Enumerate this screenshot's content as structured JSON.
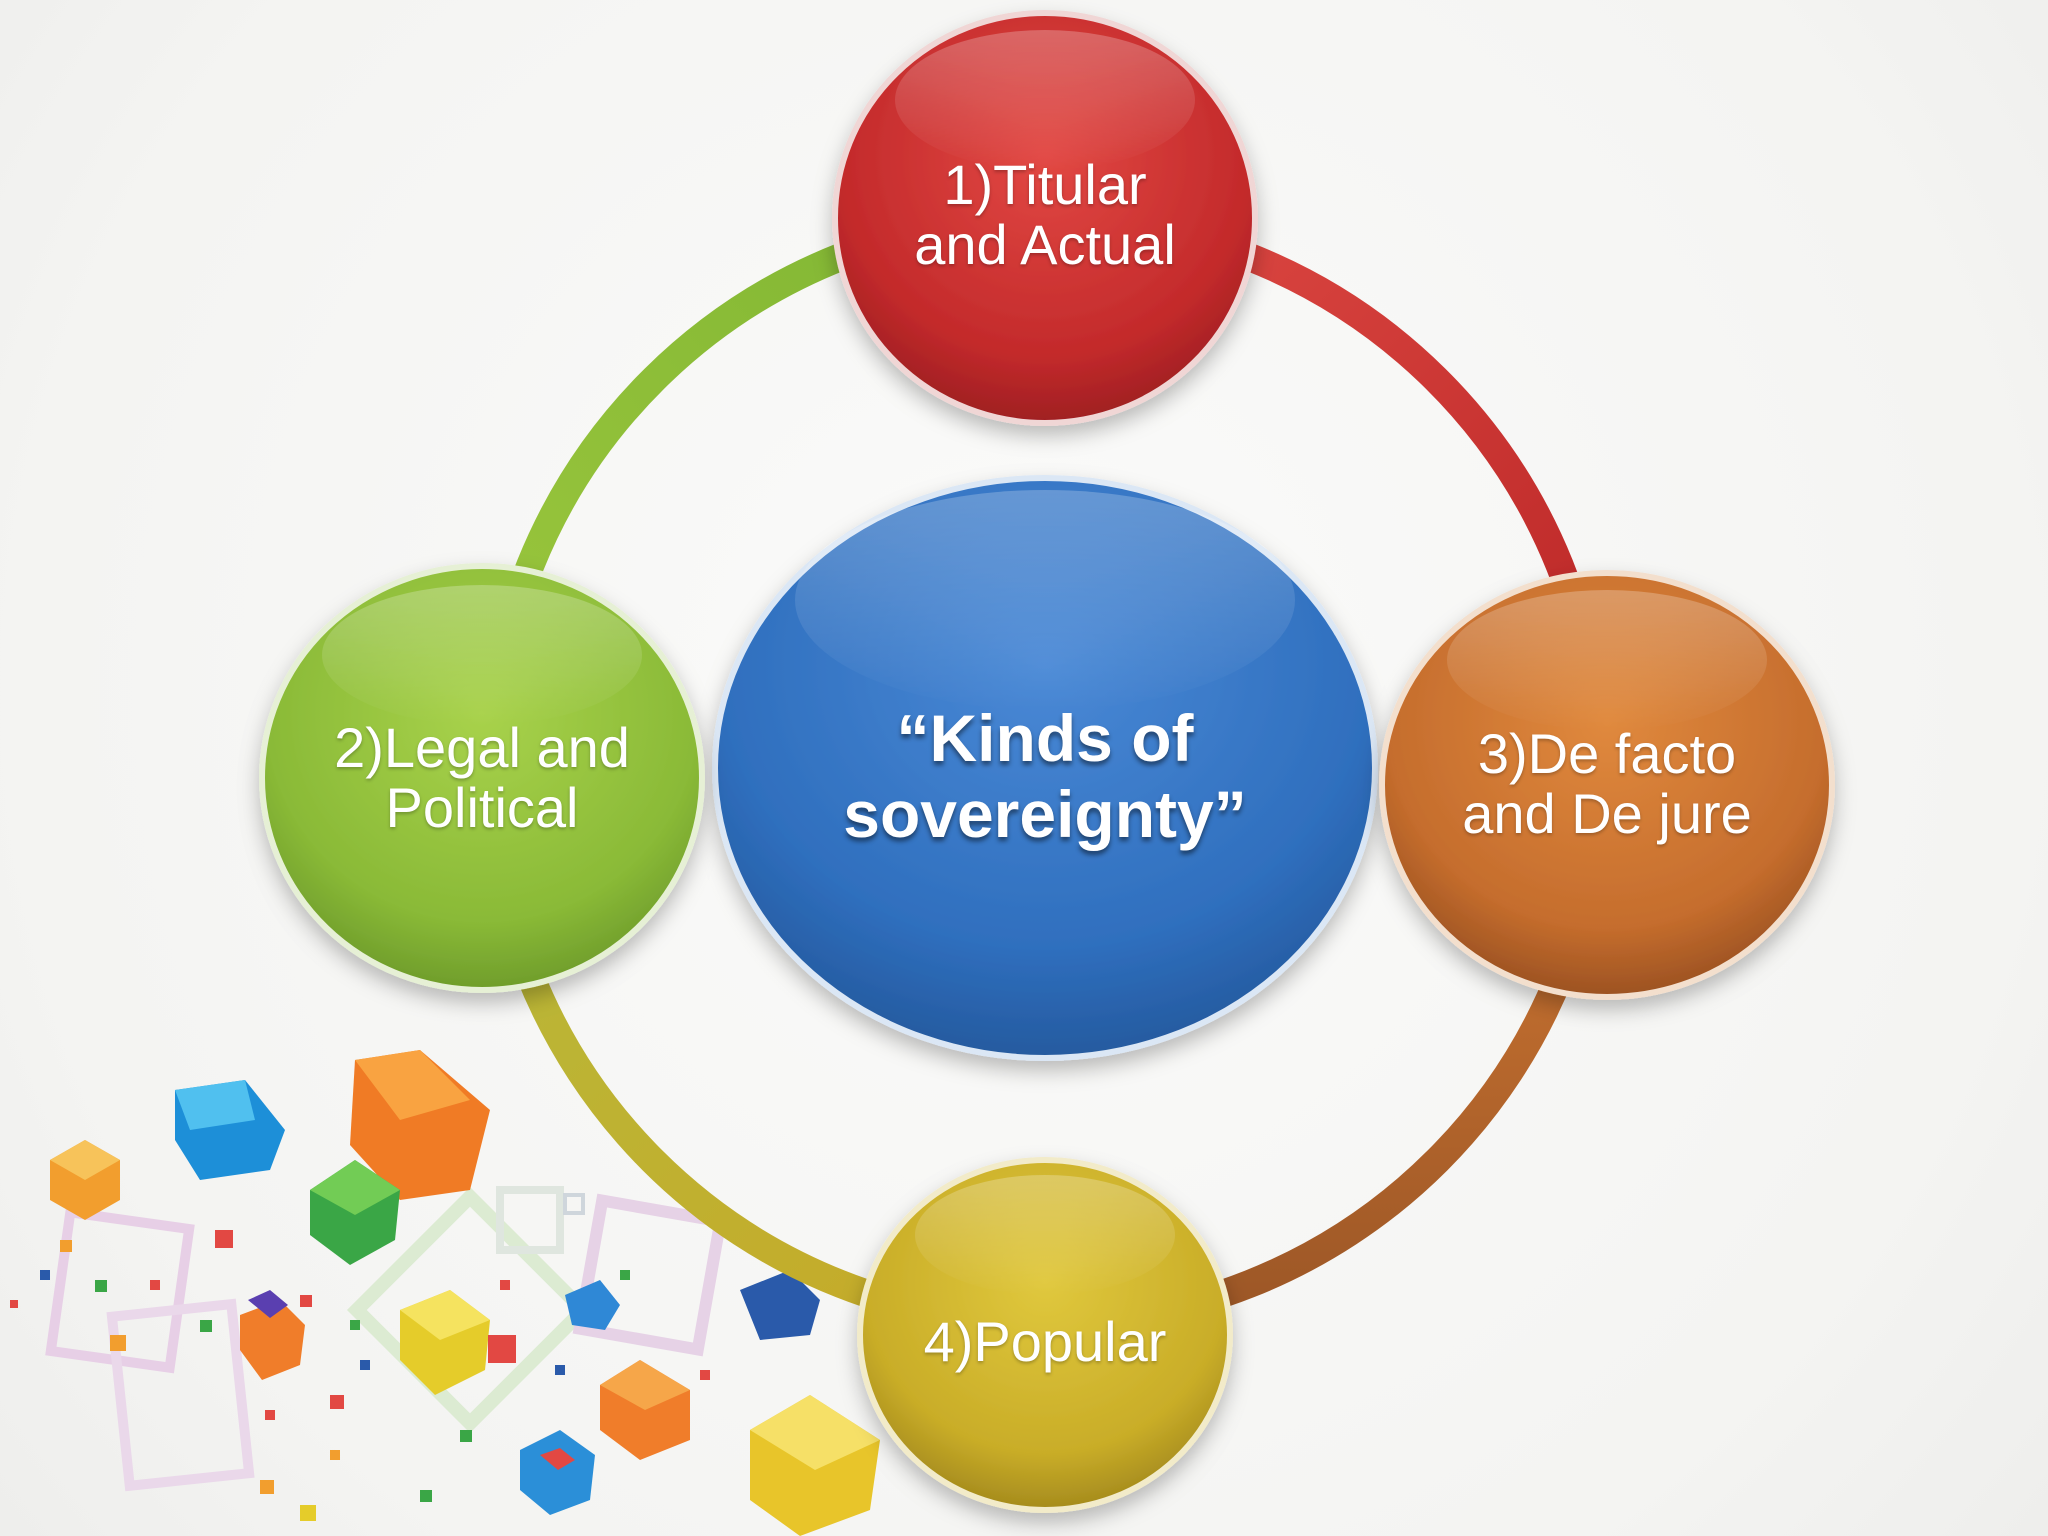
{
  "center": {
    "label": "“Kinds of\nsovereignty”"
  },
  "nodes": [
    {
      "id": "titular",
      "label": "1)Titular\nand Actual",
      "color": "#c8302f"
    },
    {
      "id": "legal",
      "label": "2)Legal and\nPolitical",
      "color": "#8dbb3a"
    },
    {
      "id": "defacto",
      "label": "3)De facto\nand De jure",
      "color": "#c8702f"
    },
    {
      "id": "popular",
      "label": "4)Popular",
      "color": "#c9b02a"
    }
  ],
  "colors": {
    "center": "#2f6fbe",
    "background": "#f7f7f6"
  }
}
